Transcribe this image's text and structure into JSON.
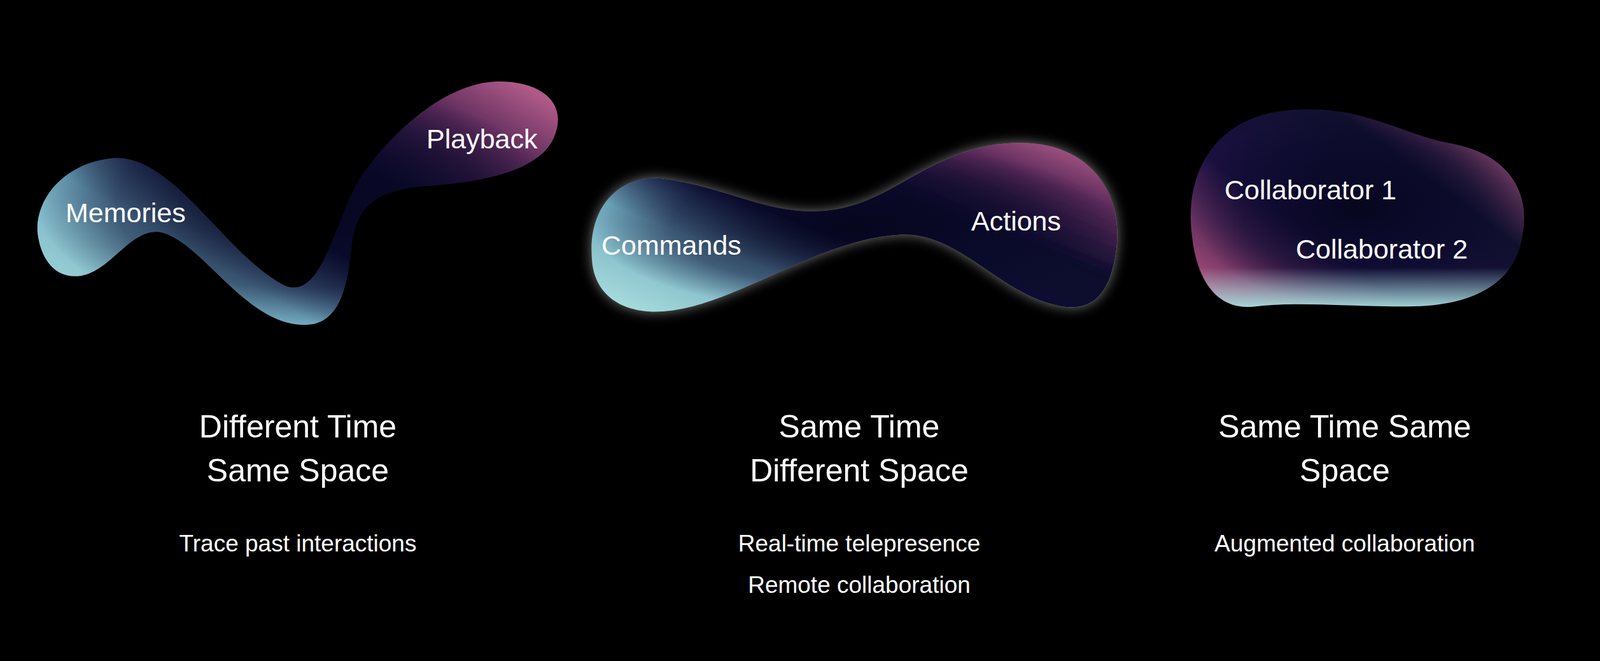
{
  "diagram": {
    "nodes": [
      {
        "text": [
          "Memories",
          "Playback"
        ]
      },
      {
        "text": [
          "Commands",
          "Actions"
        ]
      },
      {
        "text": [
          "Collaborator 1",
          "Collaborator 2"
        ]
      }
    ],
    "labels": [
      "Different Time Same Space",
      "Trace past interactions",
      "Same Time Different Space",
      "Real-time telepresence",
      "Remote collaboration",
      "Same Time Same Space",
      "Augmented collaboration"
    ]
  }
}
